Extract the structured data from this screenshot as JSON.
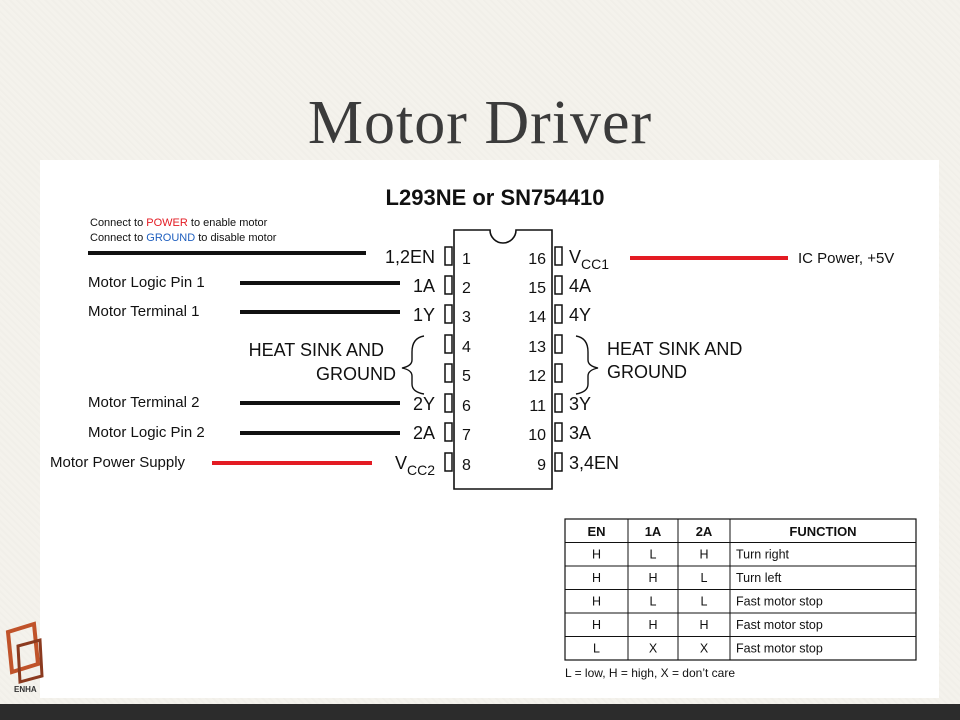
{
  "slide": {
    "title": "Motor Driver",
    "logo_text": "ENHA"
  },
  "diagram": {
    "chip_title": "L293NE or SN754410",
    "note_line1_prefix": "Connect to ",
    "note_line1_word": "POWER",
    "note_line1_suffix": " to enable motor",
    "note_line2_prefix": "Connect to ",
    "note_line2_word": "GROUND",
    "note_line2_suffix": " to disable motor",
    "left_labels": {
      "logic1": "Motor Logic Pin 1",
      "term1": "Motor Terminal 1",
      "heat1": "HEAT SINK AND",
      "heat2": "GROUND",
      "term2": "Motor Terminal 2",
      "logic2": "Motor Logic Pin 2",
      "power": "Motor Power Supply"
    },
    "right_labels": {
      "ic_power": "IC Power, +5V",
      "heat1": "HEAT SINK AND",
      "heat2": "GROUND"
    },
    "left_pins": [
      {
        "num": "1",
        "name": "1,2EN",
        "sub": ""
      },
      {
        "num": "2",
        "name": "1A",
        "sub": ""
      },
      {
        "num": "3",
        "name": "1Y",
        "sub": ""
      },
      {
        "num": "4",
        "name": "",
        "sub": ""
      },
      {
        "num": "5",
        "name": "",
        "sub": ""
      },
      {
        "num": "6",
        "name": "2Y",
        "sub": ""
      },
      {
        "num": "7",
        "name": "2A",
        "sub": ""
      },
      {
        "num": "8",
        "name": "V",
        "sub": "CC2"
      }
    ],
    "right_pins": [
      {
        "num": "16",
        "name": "V",
        "sub": "CC1"
      },
      {
        "num": "15",
        "name": "4A",
        "sub": ""
      },
      {
        "num": "14",
        "name": "4Y",
        "sub": ""
      },
      {
        "num": "13",
        "name": "",
        "sub": ""
      },
      {
        "num": "12",
        "name": "",
        "sub": ""
      },
      {
        "num": "11",
        "name": "3Y",
        "sub": ""
      },
      {
        "num": "10",
        "name": "3A",
        "sub": ""
      },
      {
        "num": "9",
        "name": "3,4EN",
        "sub": ""
      }
    ],
    "colors": {
      "power_wire": "#e31b23",
      "signal_wire": "#111111",
      "power_text": "#e31b23",
      "ground_text": "#1f5fbf"
    }
  },
  "truth_table": {
    "headers": [
      "EN",
      "1A",
      "2A",
      "FUNCTION"
    ],
    "rows": [
      [
        "H",
        "L",
        "H",
        "Turn right"
      ],
      [
        "H",
        "H",
        "L",
        "Turn left"
      ],
      [
        "H",
        "L",
        "L",
        "Fast motor stop"
      ],
      [
        "H",
        "H",
        "H",
        "Fast motor stop"
      ],
      [
        "L",
        "X",
        "X",
        "Fast motor stop"
      ]
    ],
    "legend": "L = low, H = high, X = don’t care"
  }
}
